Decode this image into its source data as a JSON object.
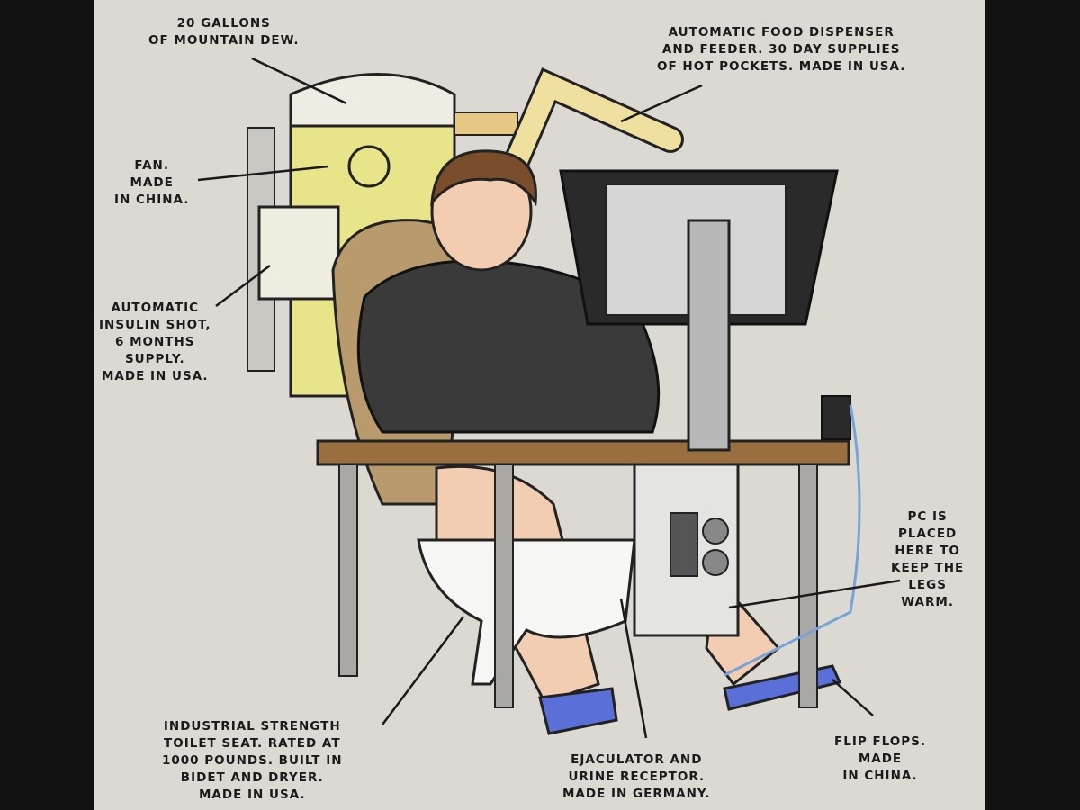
{
  "labels": {
    "mountain_dew": [
      "20 GALLONS",
      "OF MOUNTAIN DEW."
    ],
    "food_dispenser": [
      "AUTOMATIC FOOD DISPENSER",
      "AND FEEDER. 30 DAY SUPPLIES",
      "OF HOT POCKETS. MADE IN USA."
    ],
    "fan": [
      "FAN.",
      "MADE",
      "IN CHINA."
    ],
    "insulin": [
      "AUTOMATIC",
      "INSULIN SHOT,",
      "6 MONTHS",
      "SUPPLY.",
      "MADE IN USA."
    ],
    "pc": [
      "PC IS",
      "PLACED",
      "HERE TO",
      "KEEP THE",
      "LEGS",
      "WARM."
    ],
    "toilet": [
      "INDUSTRIAL STRENGTH",
      "TOILET SEAT. RATED AT",
      "1000 POUNDS. BUILT IN",
      "BIDET AND DRYER.",
      "MADE IN USA."
    ],
    "receptor": [
      "EJACULATOR AND",
      "URINE RECEPTOR.",
      "MADE IN GERMANY."
    ],
    "flip_flops": [
      "FLIP FLOPS.",
      "MADE",
      "IN CHINA."
    ]
  }
}
